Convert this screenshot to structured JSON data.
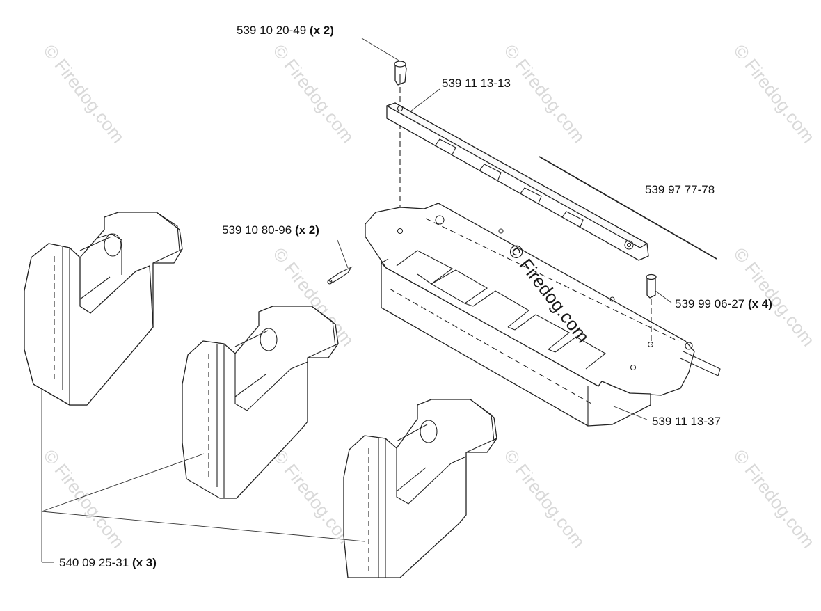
{
  "watermark": {
    "text": "© Firedog.com"
  },
  "parts": [
    {
      "number": "539 10 20-49",
      "qty": "(x 2)"
    },
    {
      "number": "539 11 13-13",
      "qty": ""
    },
    {
      "number": "539 97 77-78",
      "qty": ""
    },
    {
      "number": "539 10 80-96",
      "qty": "(x 2)"
    },
    {
      "number": "539 99 06-27",
      "qty": "(x 4)"
    },
    {
      "number": "539 11 13-37",
      "qty": ""
    },
    {
      "number": "540 09 25-31",
      "qty": "(x 3)"
    }
  ]
}
